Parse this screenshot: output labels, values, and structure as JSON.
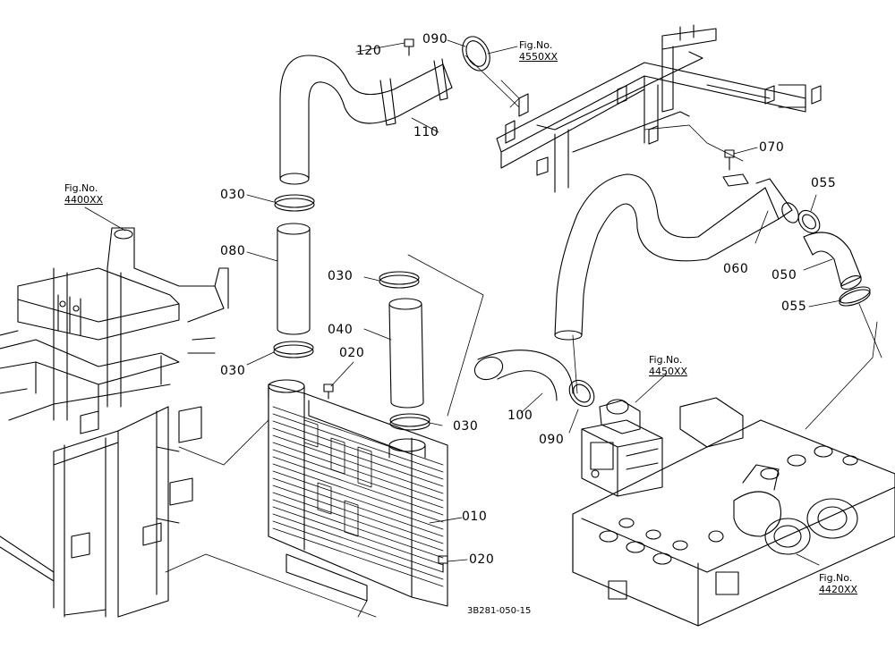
{
  "parts": {
    "p010": "010",
    "p020a": "020",
    "p020b": "020",
    "p030a": "030",
    "p030b": "030",
    "p030c": "030",
    "p030d": "030",
    "p040": "040",
    "p050": "050",
    "p055a": "055",
    "p055b": "055",
    "p060": "060",
    "p070": "070",
    "p080": "080",
    "p090a": "090",
    "p090b": "090",
    "p100": "100",
    "p110": "110",
    "p120": "120"
  },
  "figure_refs": {
    "f4400": {
      "label": "Fig.No.",
      "code": "4400XX"
    },
    "f4550": {
      "label": "Fig.No.",
      "code": "4550XX"
    },
    "f4450": {
      "label": "Fig.No.",
      "code": "4450XX"
    },
    "f4420": {
      "label": "Fig.No.",
      "code": "4420XX"
    }
  },
  "drawing_id": "3B281-050-15"
}
